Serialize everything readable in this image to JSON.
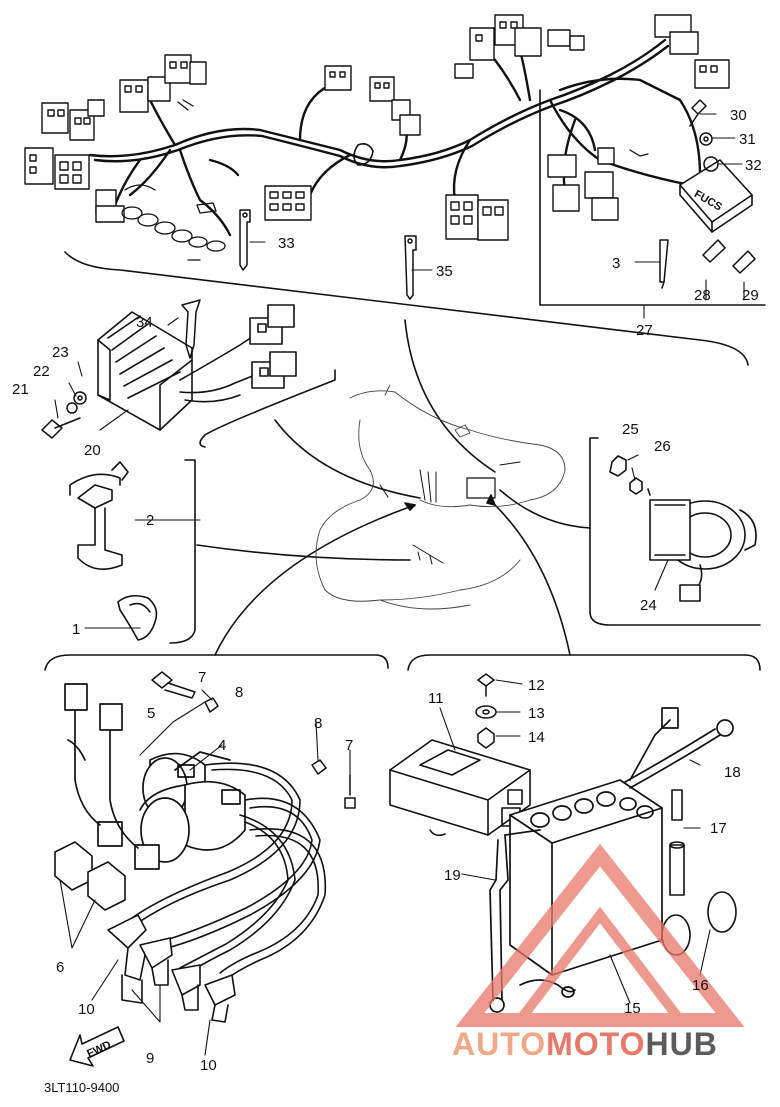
{
  "drawing_code": "3LT110-9400",
  "fwd_label": "FWD",
  "fuse_label": "FUCS",
  "watermark": {
    "part1": "AUTO",
    "part2": "MOTO",
    "part3": "HUB"
  },
  "colors": {
    "ink": "#111111",
    "wm_light": "#f0a987",
    "wm_red": "#e9776a",
    "wm_grey": "#5c5c5c"
  },
  "part_numbers": [
    "1",
    "2",
    "3",
    "4",
    "5",
    "6",
    "7",
    "7",
    "8",
    "8",
    "9",
    "10",
    "10",
    "11",
    "12",
    "13",
    "14",
    "15",
    "16",
    "17",
    "18",
    "19",
    "20",
    "21",
    "22",
    "23",
    "24",
    "25",
    "26",
    "27",
    "28",
    "29",
    "30",
    "31",
    "32",
    "33",
    "34",
    "35"
  ]
}
